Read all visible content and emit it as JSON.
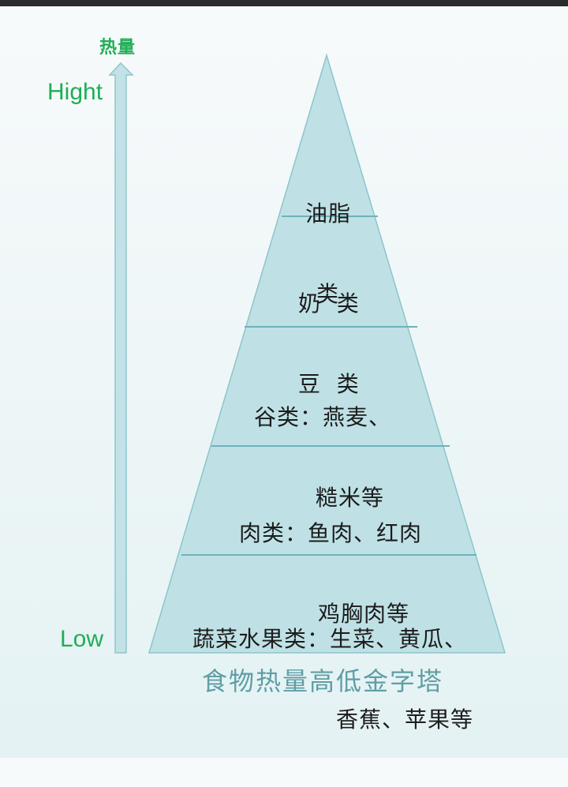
{
  "axis": {
    "title": "热量",
    "high_label": "Hight",
    "low_label": "Low"
  },
  "pyramid": {
    "tiers": [
      {
        "line1": "油脂",
        "line2": "类"
      },
      {
        "line1": "奶  类",
        "line2": "豆  类"
      },
      {
        "line1": "谷类：燕麦、",
        "line2": "糙米等"
      },
      {
        "line1": "肉类：鱼肉、红肉",
        "line2": "鸡胸肉等"
      },
      {
        "line1": "蔬菜水果类：生菜、黄瓜、",
        "line2": "香蕉、苹果等"
      }
    ]
  },
  "caption": "食物热量高低金字塔",
  "colors": {
    "pyramid_fill": "#bfe1e5",
    "pyramid_stroke": "#8cc5cc",
    "divider": "#6fb1ba",
    "arrow_fill": "#c2e2e7",
    "arrow_stroke": "#8fc6cd",
    "axis_text": "#1fae55",
    "caption_text": "#5f9ea6"
  }
}
